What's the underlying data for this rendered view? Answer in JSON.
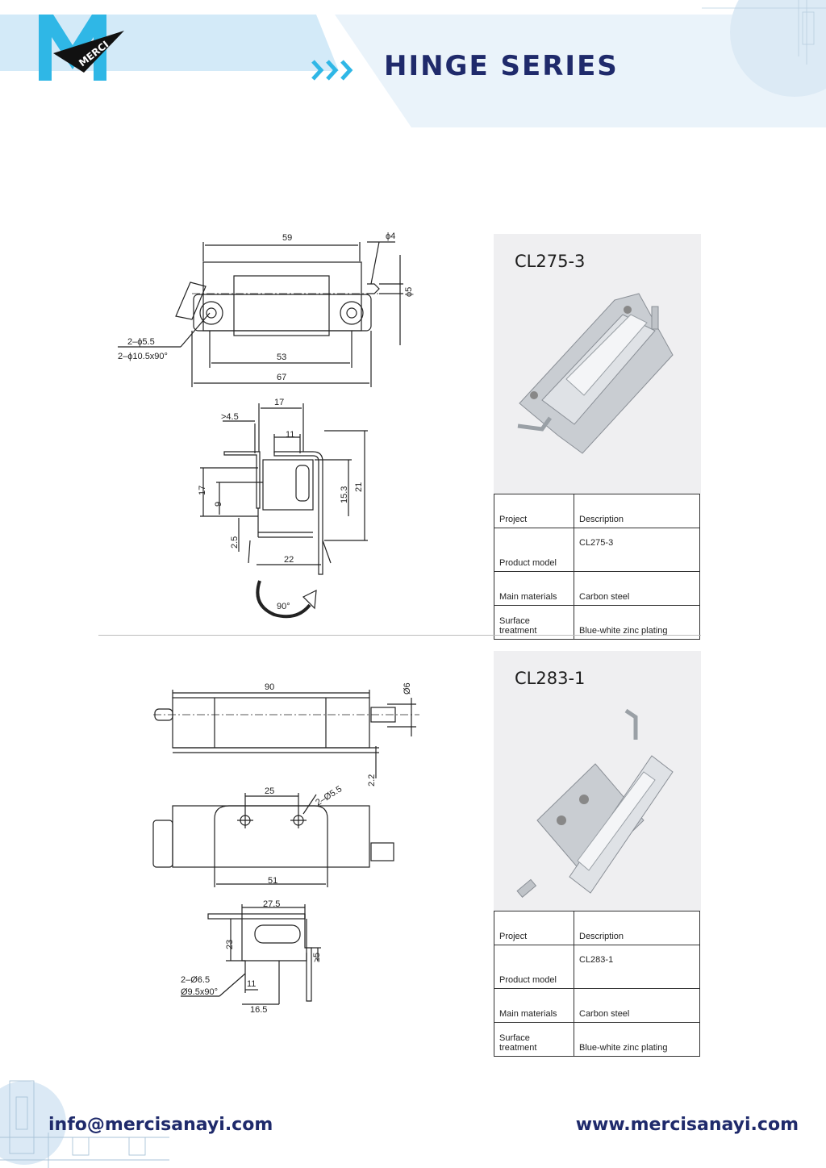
{
  "header": {
    "brand": "MERCI",
    "title": "HINGE SERIES",
    "colors": {
      "navy": "#1f2a6b",
      "cyan": "#2fb7e6",
      "light_blue": "#e6f1f9"
    }
  },
  "products": [
    {
      "model": "CL275-3",
      "photo_icon": "hinge-photo-icon",
      "drawing_labels": [
        "59",
        "ϕ4",
        "ϕ5",
        "2–ϕ5.5",
        "2–ϕ10.5x90°",
        "53",
        "67",
        "17",
        ">4.5",
        "11",
        "17",
        "9",
        "15.3",
        "21",
        "2.5",
        "22",
        "90°"
      ],
      "spec_header": {
        "project": "Project",
        "description": "Description"
      },
      "spec_rows": [
        {
          "label": "Product model",
          "value": "CL275-3"
        },
        {
          "label": "Main materials",
          "value": "Carbon steel"
        },
        {
          "label": "Surface treatment",
          "value": "Blue-white zinc plating"
        }
      ]
    },
    {
      "model": "CL283-1",
      "photo_icon": "hinge-photo-icon",
      "drawing_labels": [
        "90",
        "Ø6",
        "2.2",
        "25",
        "2–Ø5.5",
        "51",
        "27.5",
        "23",
        "≥5",
        "2–Ø6.5",
        "Ø9.5x90°",
        "11",
        "16.5"
      ],
      "spec_header": {
        "project": "Project",
        "description": "Description"
      },
      "spec_rows": [
        {
          "label": "Product model",
          "value": "CL283-1"
        },
        {
          "label": "Main materials",
          "value": "Carbon steel"
        },
        {
          "label": "Surface treatment",
          "value": "Blue-white zinc plating"
        }
      ]
    }
  ],
  "footer": {
    "email": "info@mercisanayi.com",
    "website": "www.mercisanayi.com"
  }
}
